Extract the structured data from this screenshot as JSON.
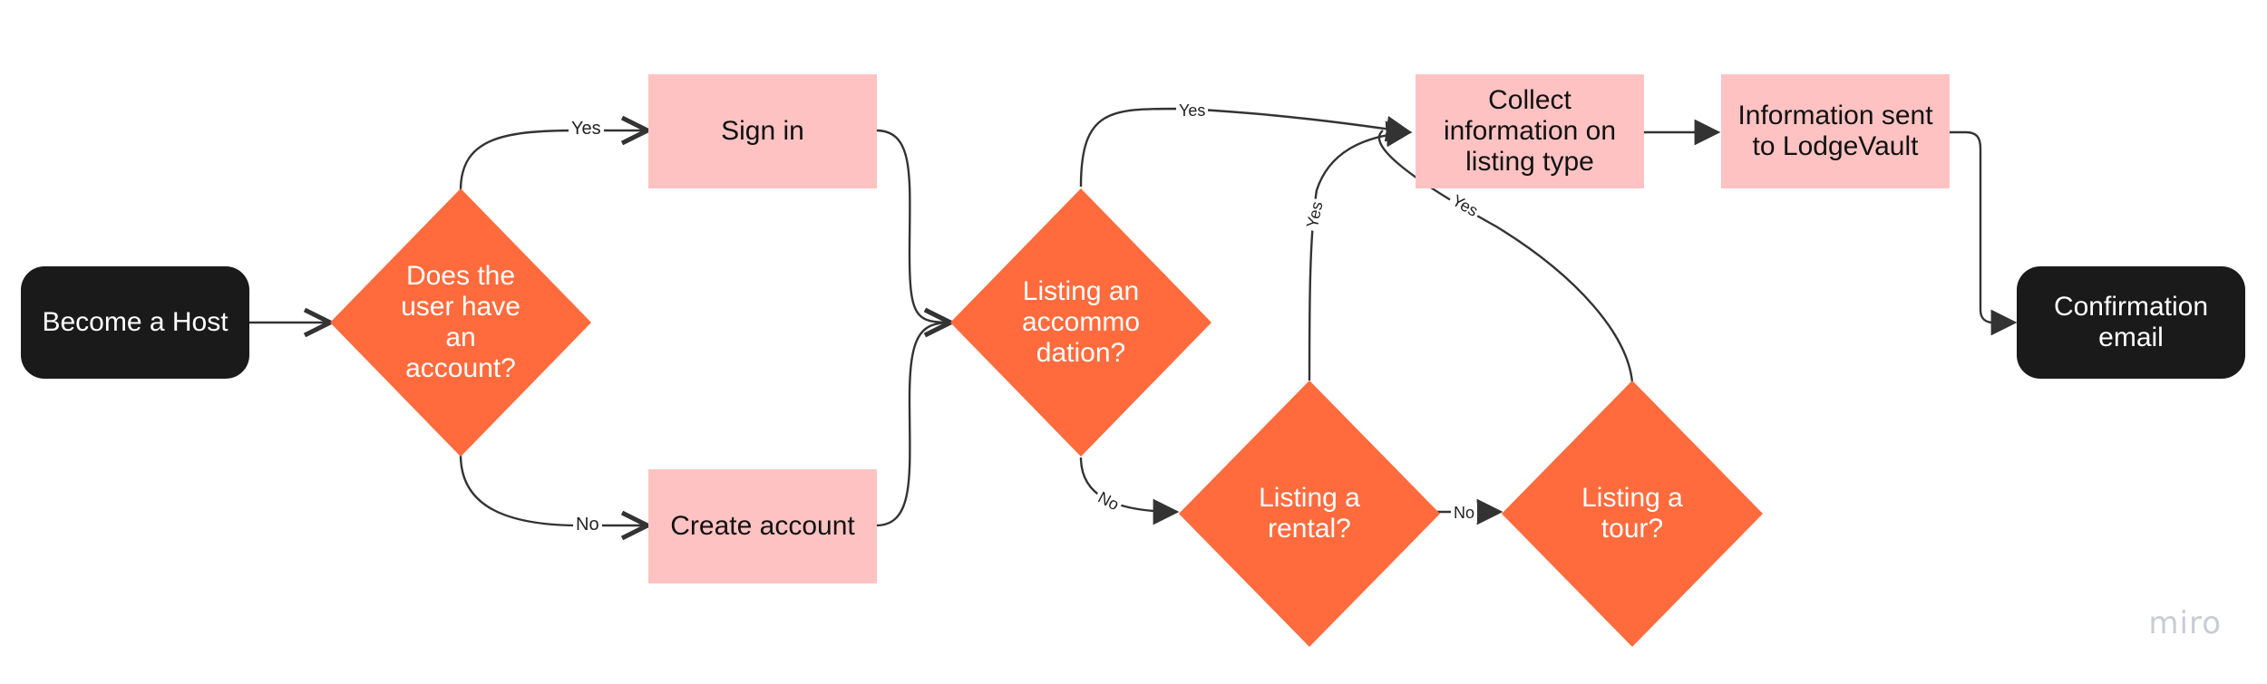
{
  "colors": {
    "terminal": "#1a1a1a",
    "process": "#ffc2c2",
    "decision": "#ff6b3d",
    "edge": "#333333"
  },
  "nodes": {
    "start": "Become a Host",
    "has_account": "Does the user have an account?",
    "sign_in": "Sign in",
    "create_account": "Create account",
    "listing_accommodation": "Listing an accommo dation?",
    "listing_rental": "Listing a rental?",
    "listing_tour": "Listing a tour?",
    "collect_info_l1": "Collect",
    "collect_info_l2": "information on",
    "collect_info_l3": "listing type",
    "info_sent_l1": "Information sent",
    "info_sent_l2": "to LodgeVault",
    "confirmation_l1": "Confirmation",
    "confirmation_l2": "email"
  },
  "edge_labels": {
    "yes_account": "Yes",
    "no_account": "No",
    "yes_accommodation": "Yes",
    "no_accommodation": "No",
    "yes_rental": "Yes",
    "no_rental": "No",
    "yes_tour": "Yes"
  },
  "watermark": "miro"
}
